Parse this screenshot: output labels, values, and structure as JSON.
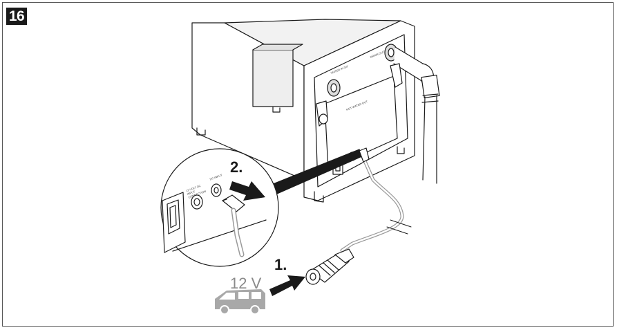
{
  "figure": {
    "step_number": "16",
    "step_1_label": "1.",
    "step_2_label": "2.",
    "voltage_label": "12 V"
  },
  "device_labels": {
    "inlet_top": "WATER IN 3/4\"",
    "outlet_top": "DRAIN OUT",
    "panel": "HOT WATER OUT",
    "socket_a": "12 VOLT DC INPUT CONNECTION",
    "socket_b": "DC INPUT"
  },
  "icons": {
    "vehicle": "van-icon",
    "arrow": "arrow-right-icon"
  },
  "colors": {
    "line": "#1a1a1a",
    "badge": "#1a1a1a",
    "device_shade": "#d9d9d9",
    "cable": "#9a9a9a"
  }
}
